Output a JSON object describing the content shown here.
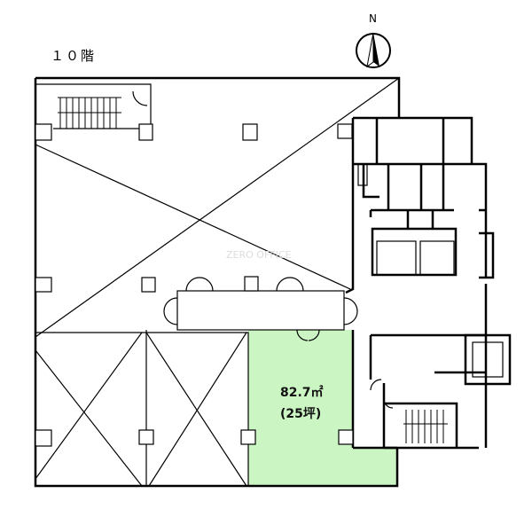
{
  "floor": {
    "label": "１０階"
  },
  "compass": {
    "label": "N"
  },
  "watermark": "ZERO OFFICE",
  "unit": {
    "area": "82.7㎡",
    "tsubo": "(25坪)",
    "highlight_color": "#ccf5c4"
  }
}
